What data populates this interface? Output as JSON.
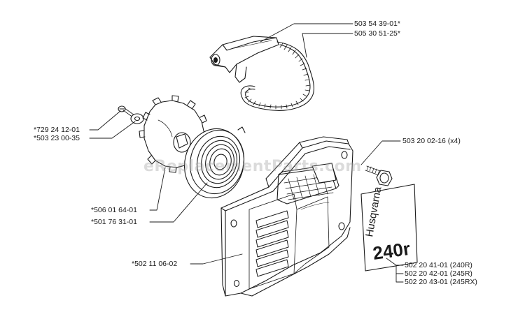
{
  "watermark": "eReplacementParts.com",
  "part_labels": {
    "handle_part": "503 54 39-01*",
    "cord_part": "505 30 51-25*",
    "screw_part": "*729 24 12-01",
    "washer_part": "*503 23 00-35",
    "pulley_part": "*506 01 64-01",
    "spring_part": "*501 76 31-01",
    "bolt_part": "503 20 02-16 (x4)",
    "cover_part": "*502 11 06-02",
    "decal_240r": "502 20 41-01 (240R)",
    "decal_245r": "502 20 42-01 (245R)",
    "decal_245rx": "502 20 43-01 (245RX)"
  },
  "decal": {
    "brand": "Husqvarna",
    "model": "240r"
  },
  "colors": {
    "line": "#1a1a1a",
    "background": "#ffffff"
  }
}
